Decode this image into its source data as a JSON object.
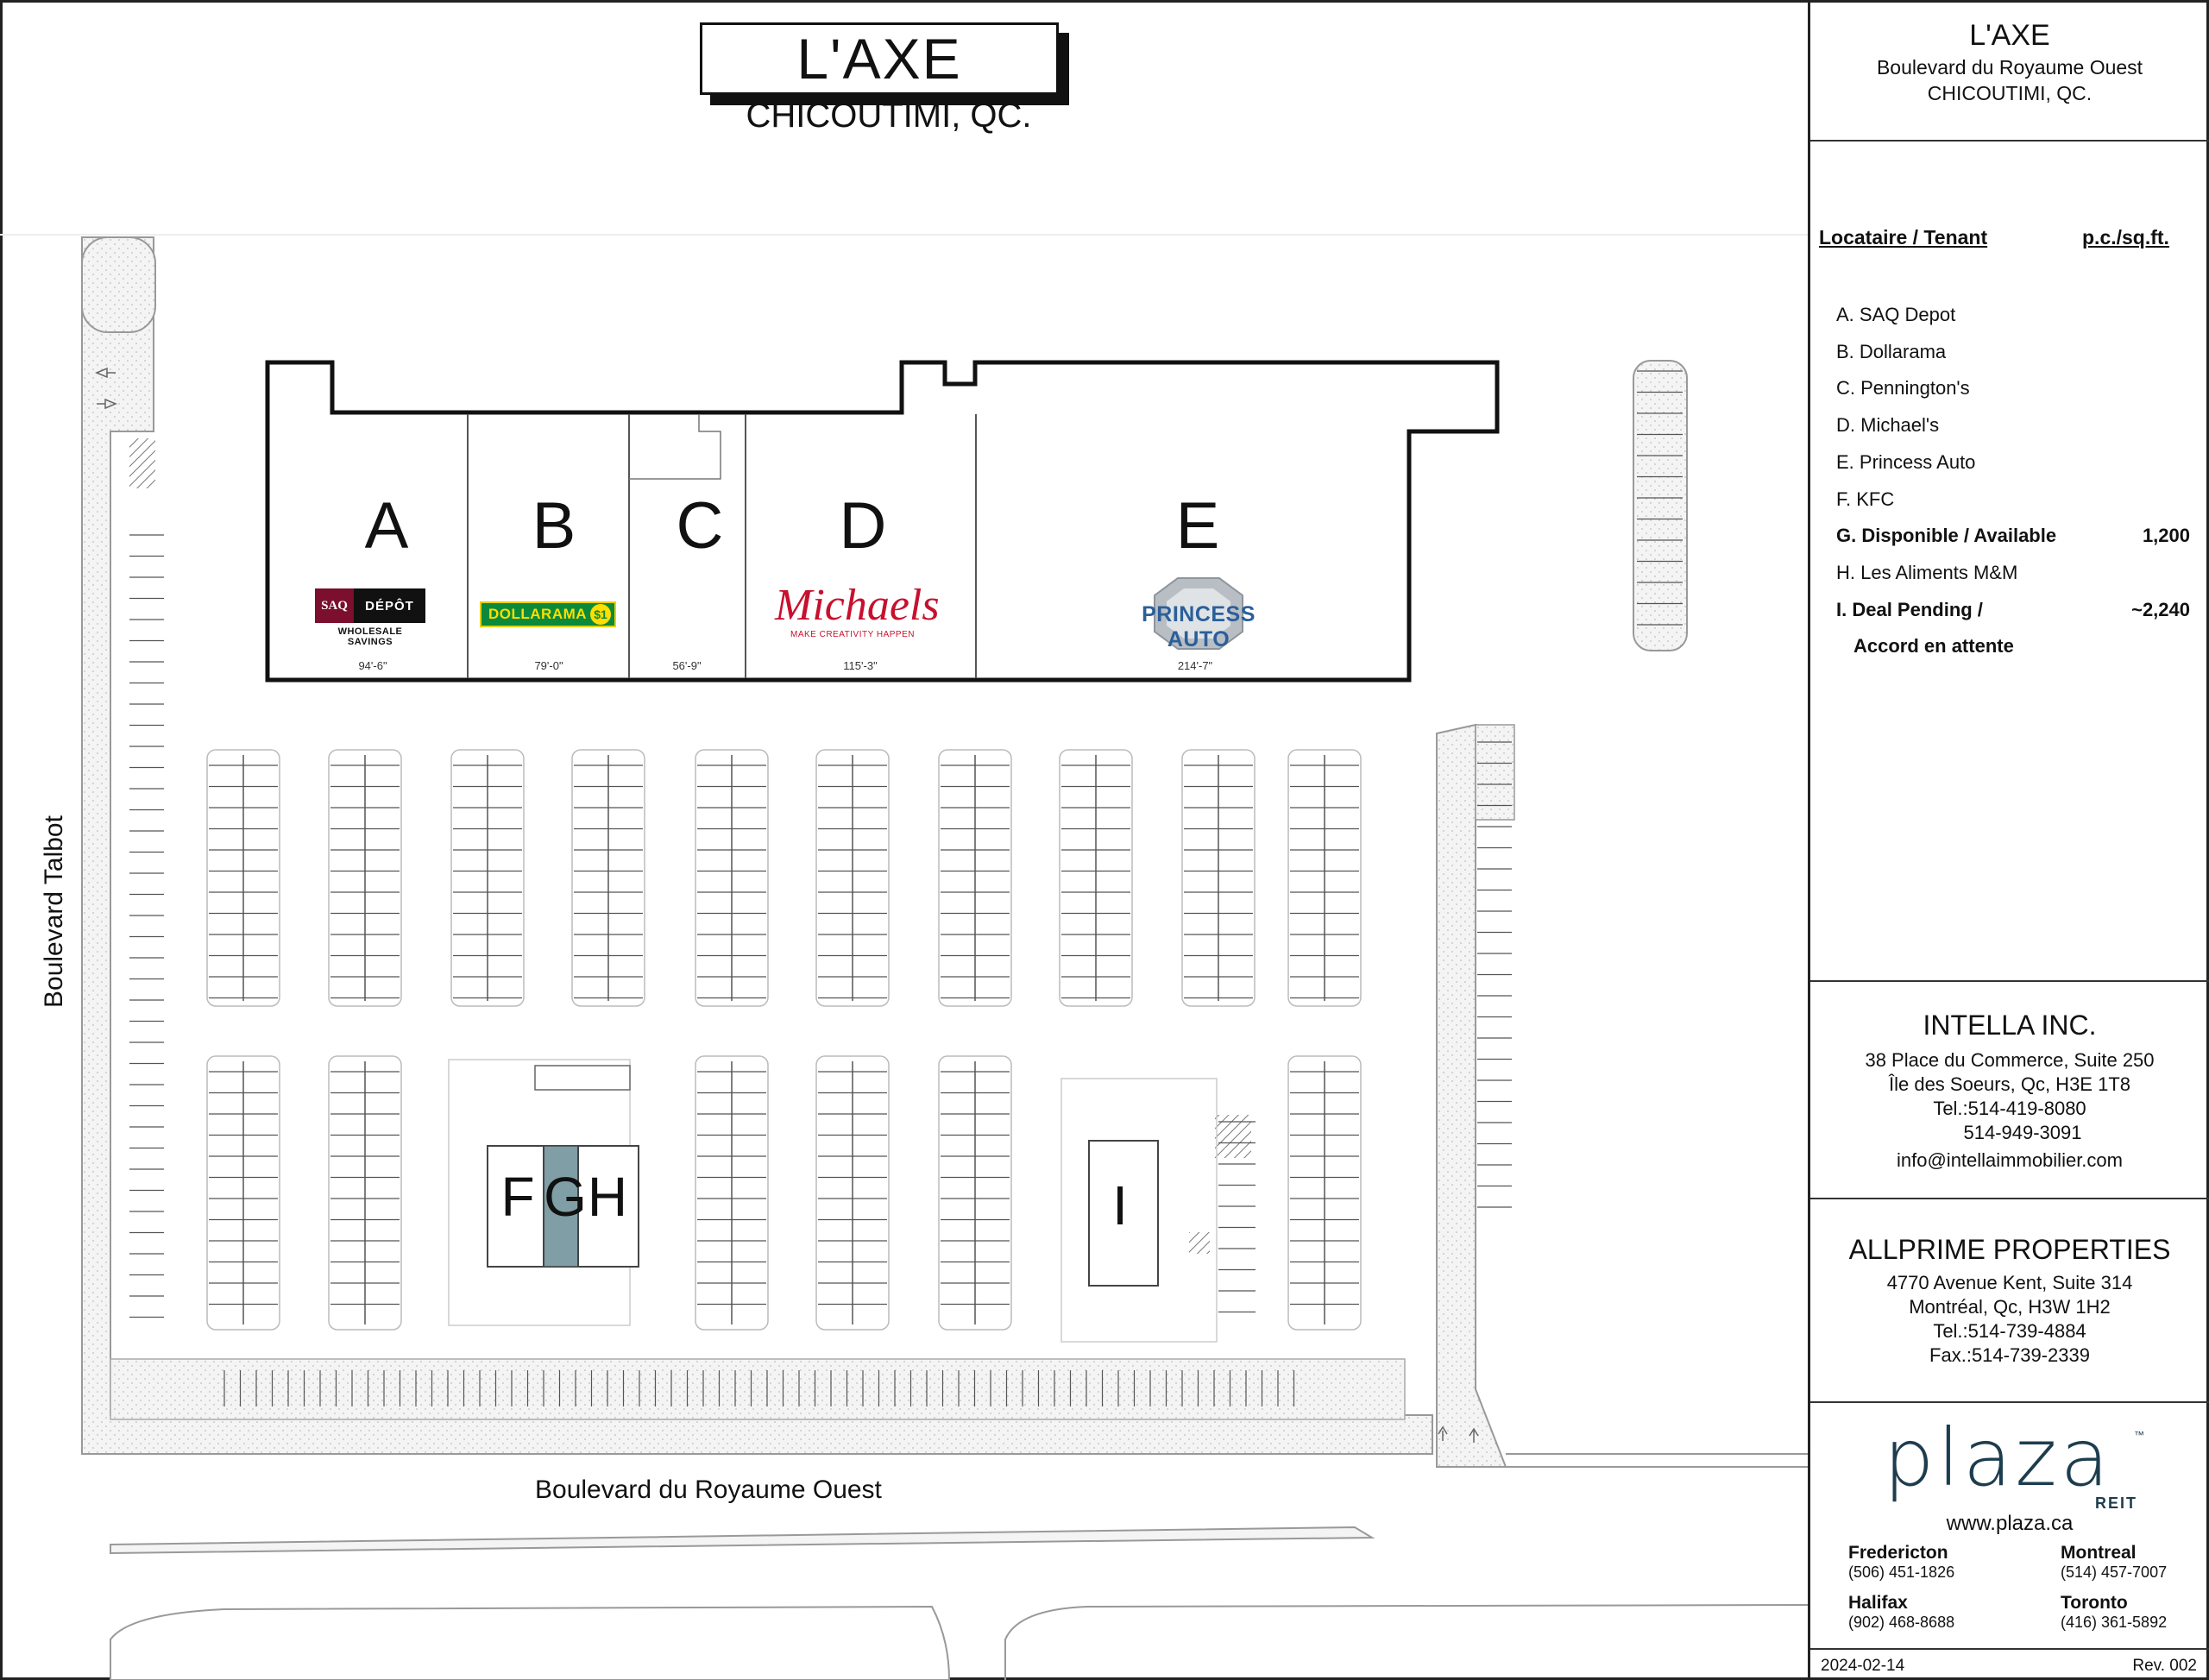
{
  "map": {
    "title": "L'AXE",
    "city": "CHICOUTIMI, QC.",
    "units": [
      {
        "letter": "A",
        "dimension": "94'-6\""
      },
      {
        "letter": "B",
        "dimension": "79'-0\""
      },
      {
        "letter": "C",
        "dimension": "56'-9\""
      },
      {
        "letter": "D",
        "dimension": "115'-3\""
      },
      {
        "letter": "E",
        "dimension": "214'-7\""
      }
    ],
    "pad_units": [
      "F",
      "G",
      "H",
      "I"
    ],
    "logos": {
      "saq": {
        "saq": "SAQ",
        "depot": "DÉPÔT",
        "tagline": "WHOLESALE SAVINGS"
      },
      "dollarama": {
        "name": "DOLLARAMA",
        "coin": "$1"
      },
      "michaels": {
        "name": "Michaels",
        "tagline": "MAKE CREATIVITY HAPPEN"
      },
      "princess": {
        "name": "PRINCESS AUTO"
      }
    },
    "streets": {
      "south": "Boulevard du Royaume Ouest",
      "west": "Boulevard Talbot"
    },
    "colors": {
      "available_unit": "#7f9ea6",
      "sidewalk": "#f3f3f3",
      "brand": "#1d3d4e"
    }
  },
  "panel": {
    "header": {
      "title": "L'AXE",
      "street": "Boulevard du Royaume Ouest",
      "city": "CHICOUTIMI, QC."
    },
    "tenants": {
      "col_tenant": "Locataire / Tenant",
      "col_area": "p.c./sq.ft.",
      "rows": [
        {
          "label": "A.  SAQ Depot",
          "area": "",
          "bold": false
        },
        {
          "label": "B.  Dollarama",
          "area": "",
          "bold": false
        },
        {
          "label": "C.  Pennington's",
          "area": "",
          "bold": false
        },
        {
          "label": "D.  Michael's",
          "area": "",
          "bold": false
        },
        {
          "label": "E.  Princess Auto",
          "area": "",
          "bold": false
        },
        {
          "label": "F.  KFC",
          "area": "",
          "bold": false
        },
        {
          "label": "G. Disponible / Available",
          "area": "1,200",
          "bold": true
        },
        {
          "label": "H. Les Aliments M&M",
          "area": "",
          "bold": false
        },
        {
          "label": "I. Deal Pending /",
          "area": "~2,240",
          "bold": true
        },
        {
          "label": "Accord en attente",
          "area": "",
          "bold": true
        }
      ]
    },
    "intella": {
      "name": "INTELLA INC.",
      "address1": "38 Place du Commerce, Suite 250",
      "address2": "Île des Soeurs, Qc, H3E 1T8",
      "tel1": "Tel.:514-419-8080",
      "tel2": "514-949-3091",
      "email": "info@intellaimmobilier.com"
    },
    "allprime": {
      "name": "ALLPRIME PROPERTIES",
      "address1": "4770 Avenue Kent, Suite 314",
      "address2": "Montréal, Qc, H3W 1H2",
      "tel": "Tel.:514-739-4884",
      "fax": "Fax.:514-739-2339"
    },
    "plaza": {
      "wordmark": "plaza",
      "tm": "™",
      "reit": "REIT",
      "website": "www.plaza.ca",
      "offices": [
        {
          "city": "Fredericton",
          "phone": "(506) 451-1826"
        },
        {
          "city": "Montreal",
          "phone": "(514) 457-7007"
        },
        {
          "city": "Halifax",
          "phone": "(902) 468-8688"
        },
        {
          "city": "Toronto",
          "phone": "(416) 361-5892"
        }
      ]
    },
    "footer": {
      "date": "2024-02-14",
      "revision": "Rev. 002"
    }
  }
}
